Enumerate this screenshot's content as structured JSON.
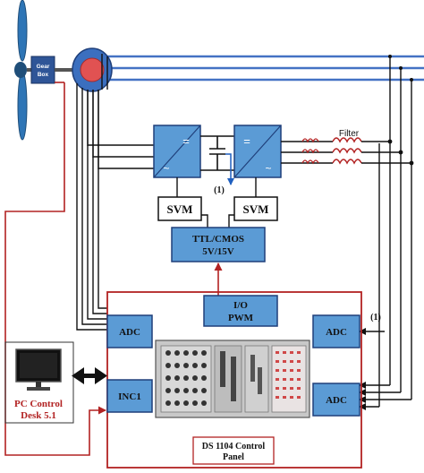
{
  "colors": {
    "blue_box": "#5b9bd5",
    "blue_box_stroke": "#1f3f7a",
    "grid_line": "#4472c4",
    "dark_red": "#b22222",
    "generator_red": "#e15252",
    "black": "#111111"
  },
  "blocks": {
    "gearbox_line1": "Gear",
    "gearbox_line2": "Box",
    "rectifier_top": "=",
    "rectifier_bottom": "~",
    "inverter_top": "=",
    "inverter_bottom": "~",
    "svm_left": "SVM",
    "svm_right": "SVM",
    "ttl_line1": "TTL/CMOS",
    "ttl_line2": "5V/15V",
    "io_line1": "I/O",
    "io_line2": "PWM",
    "adc_left": "ADC",
    "adc_right_top": "ADC",
    "adc_right_bottom": "ADC",
    "inc1": "INC1",
    "panel_line1": "DS 1104 Control",
    "panel_line2": "Panel",
    "pc_line1": "PC Control",
    "pc_line2": "Desk 5.1",
    "filter": "Filter",
    "dc_marker": "(1)",
    "adc_marker": "(1)"
  },
  "icons": {
    "turbine": "wind-turbine-icon",
    "generator": "generator-icon",
    "monitor": "monitor-icon",
    "controller_board": "controller-board-icon",
    "inductor": "inductor-coil-icon",
    "capacitor": "capacitor-icon"
  }
}
